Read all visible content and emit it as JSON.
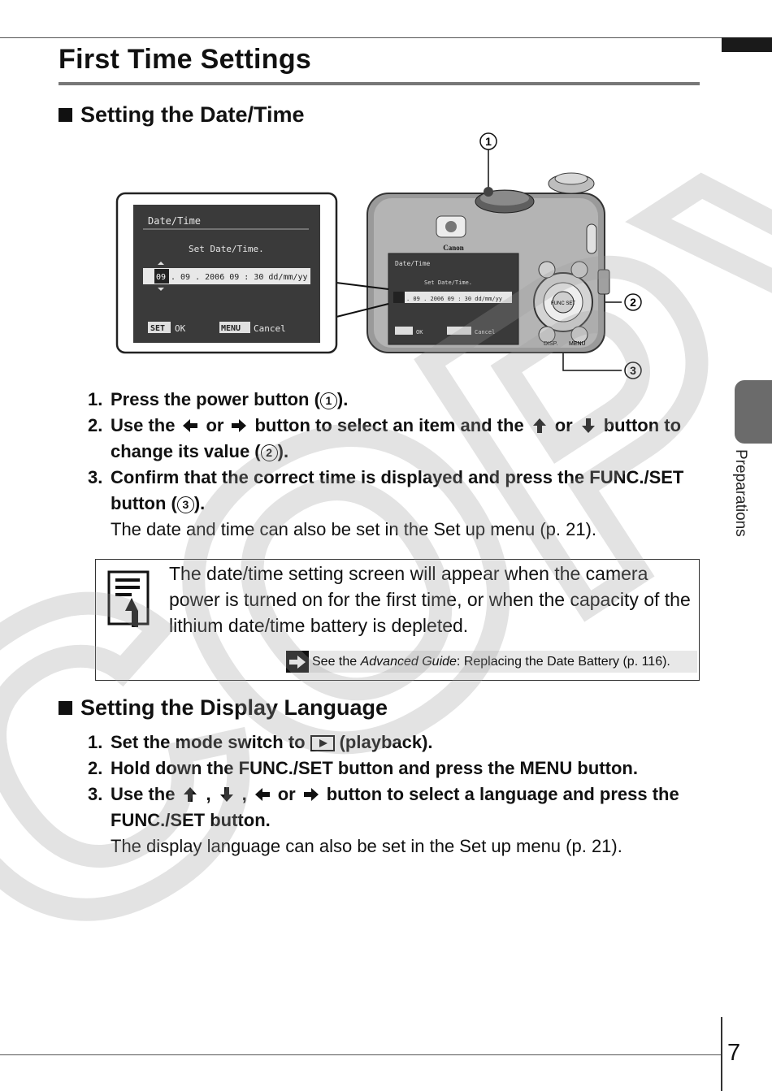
{
  "page": {
    "title": "First Time Settings",
    "page_number": "7",
    "side_tab": "Preparations"
  },
  "section1": {
    "heading": "Setting the Date/Time",
    "steps": [
      {
        "num": "1.",
        "a": "Press the power button (",
        "circle": "1",
        "b": ")."
      },
      {
        "num": "2.",
        "a": "Use the",
        "or1": "or",
        "b": "button to select an item and the",
        "or2": "or",
        "c": "button to change its value (",
        "circle": "2",
        "d": ")."
      },
      {
        "num": "3.",
        "a": "Confirm that the correct time is displayed and press the FUNC./SET button (",
        "circle": "3",
        "b": ").",
        "note": "The date and time can also be set in the Set up menu (p. 21)."
      }
    ],
    "note_box": {
      "text": "The date/time setting screen will appear when the camera power is turned on for the first time, or when the capacity of the lithium date/time battery is depleted.",
      "see_prefix": "See the ",
      "see_italic": "Advanced Guide",
      "see_suffix": ": Replacing the Date Battery (p. 116)."
    }
  },
  "section2": {
    "heading": "Setting the Display Language",
    "steps": [
      {
        "num": "1.",
        "a": "Set the mode switch to",
        "b": "(playback)."
      },
      {
        "num": "2.",
        "a": "Hold down the FUNC./SET button and press the MENU button."
      },
      {
        "num": "3.",
        "a": "Use the",
        "comma1": ",",
        "comma2": ",",
        "or": "or",
        "b": "button to select a language and press the FUNC./SET button.",
        "note": "The display language can also be set in the Set up menu (p. 21)."
      }
    ]
  },
  "figure": {
    "callouts": [
      "1",
      "2",
      "3"
    ],
    "lcd": {
      "header": "Date/Time",
      "prompt": "Set Date/Time.",
      "day": "09",
      "value": ". 09 . 2006 09 : 30 dd/mm/yy",
      "set_key": "SET",
      "ok": "OK",
      "menu_key": "MENU",
      "cancel": "Cancel"
    },
    "camera": {
      "brand": "Canon",
      "func_label": "FUNC SET",
      "disp_label": "DISP.",
      "menu_label": "MENU"
    }
  },
  "watermark": {
    "text": "COPY"
  }
}
